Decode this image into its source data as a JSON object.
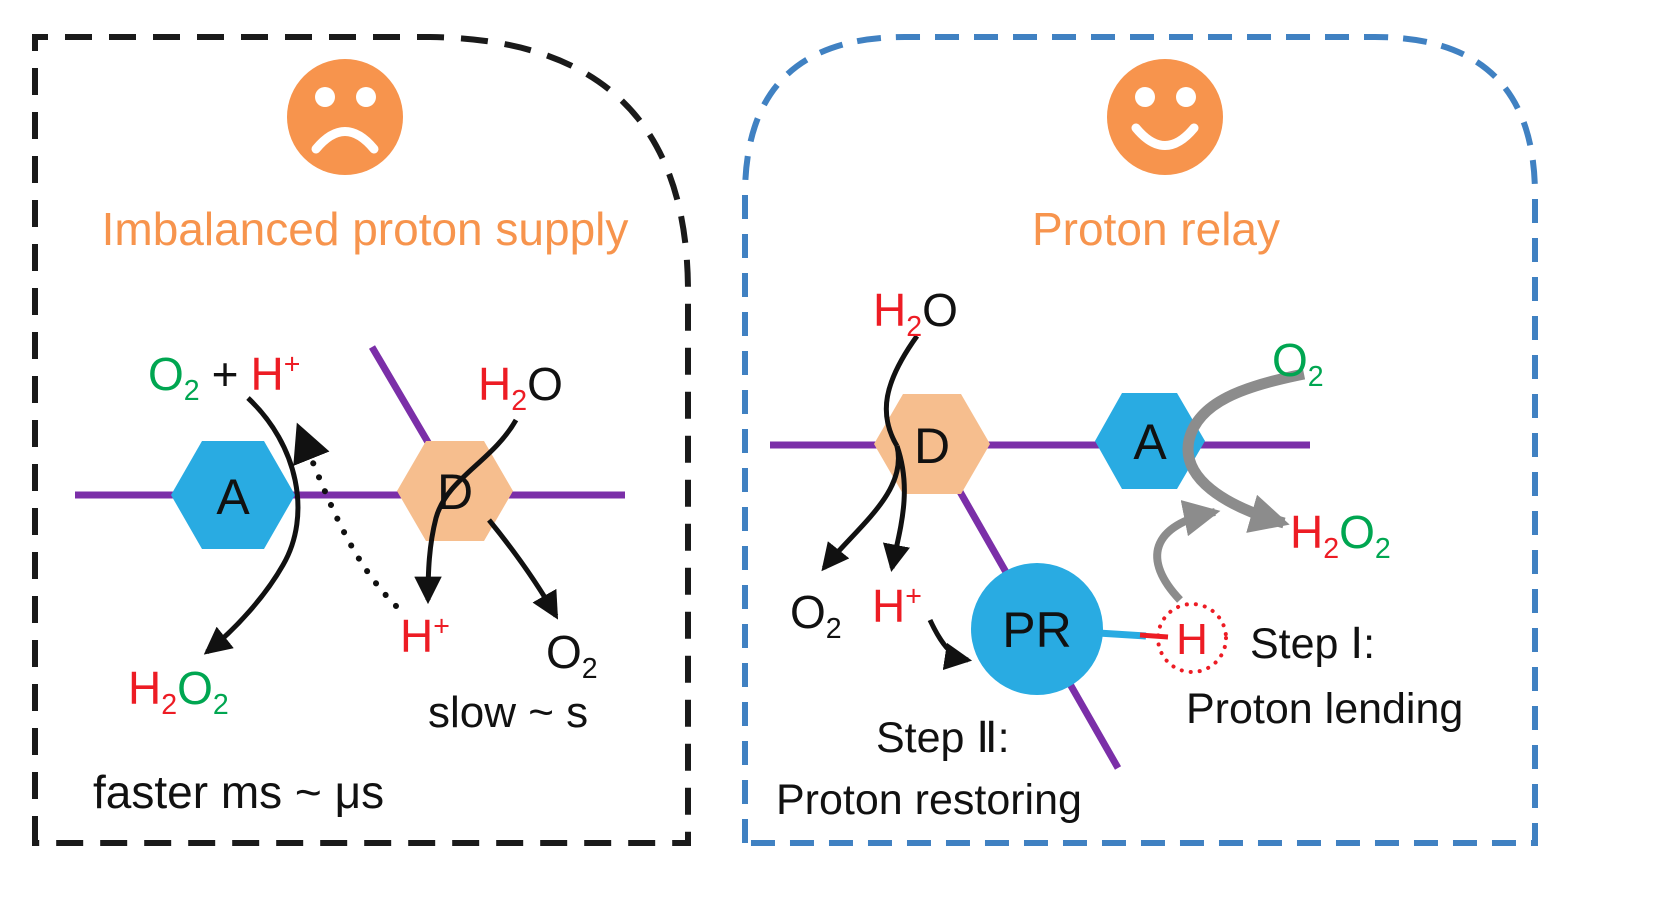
{
  "colors": {
    "orange_accent": "#F7944D",
    "peach_hexagon": "#F6BE8E",
    "blue_site": "#29ABE2",
    "purple_backbone": "#7B2FA8",
    "red_proton": "#ED1C24",
    "green_oxygen": "#00A651",
    "gray_arrow": "#8C8C8C",
    "left_panel_border": "#1A1A1A",
    "right_panel_border": "#4081C2"
  },
  "left": {
    "mood": "sad-face",
    "title": "Imbalanced proton supply",
    "labels": {
      "o2_reactant": {
        "sym": "O",
        "sub": "2"
      },
      "plus": "+",
      "h_reactant": {
        "sym": "H",
        "sup": "+"
      },
      "h2o": {
        "h": "H",
        "h_sub": "2",
        "o": "O"
      },
      "site_a": "A",
      "site_d": "D",
      "h_released": {
        "sym": "H",
        "sup": "+"
      },
      "o2_released": {
        "sym": "O",
        "sub": "2"
      },
      "h2o2": {
        "h": "H",
        "h_sub": "2",
        "o": "O",
        "o_sub": "2"
      },
      "rate_slow": "slow ~ s",
      "rate_fast": "faster ms ~ μs"
    }
  },
  "right": {
    "mood": "happy-face",
    "title": "Proton relay",
    "labels": {
      "h2o": {
        "h": "H",
        "h_sub": "2",
        "o": "O"
      },
      "site_d": "D",
      "site_a": "A",
      "o2_feed": {
        "sym": "O",
        "sub": "2"
      },
      "h2o2": {
        "h": "H",
        "h_sub": "2",
        "o": "O",
        "o_sub": "2"
      },
      "o2_released": {
        "sym": "O",
        "sub": "2"
      },
      "h_released": {
        "sym": "H",
        "sup": "+"
      },
      "proton_relay_site": "PR",
      "lent_proton": "H",
      "step1": {
        "line1": "Step Ⅰ:",
        "line2": "Proton lending"
      },
      "step2": {
        "line1": "Step Ⅱ:",
        "line2": "Proton restoring"
      }
    }
  }
}
